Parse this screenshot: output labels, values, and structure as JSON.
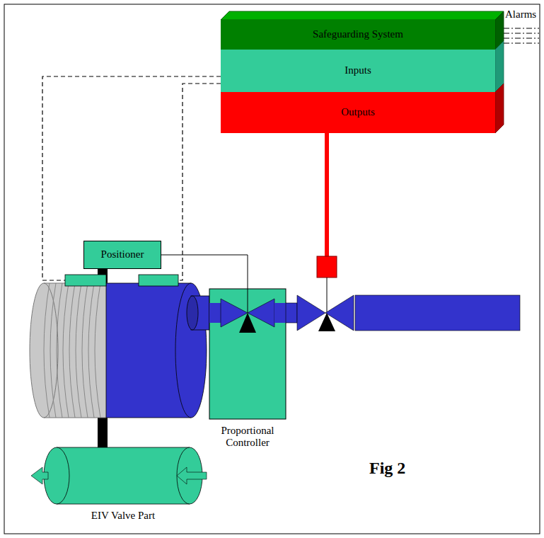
{
  "diagram": {
    "nodes": [
      {
        "text": [
          "Safeguarding System"
        ]
      },
      {
        "text": [
          "Inputs"
        ]
      },
      {
        "text": [
          "Outputs"
        ]
      },
      {
        "text": [
          "Positioner"
        ]
      },
      {
        "text": [
          "Proportional Controller"
        ]
      },
      {
        "text": [
          "EIV Valve Part"
        ]
      }
    ],
    "edges": [
      {
        "from": 3,
        "to": 4,
        "arrow": "none"
      }
    ],
    "labels": [
      "Alarms",
      "Fig 2"
    ]
  }
}
